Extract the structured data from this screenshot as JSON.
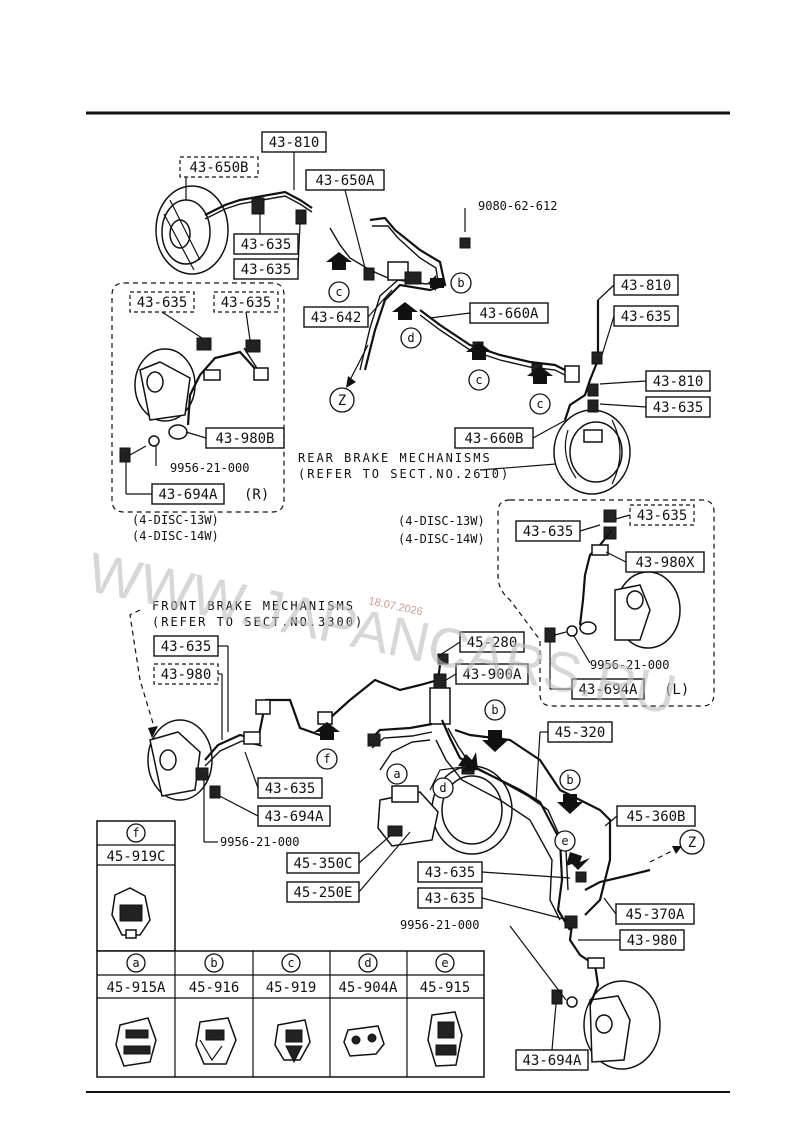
{
  "labels": {
    "l43_810_top": "43-810",
    "l43_650B": "43-650B",
    "l43_650A": "43-650A",
    "l43_635_a": "43-635",
    "l43_635_b": "43-635",
    "l9080": "9080-62-612",
    "l43_642": "43-642",
    "l43_660A": "43-660A",
    "l43_810_r1": "43-810",
    "l43_635_r1": "43-635",
    "l43_810_r2": "43-810",
    "l43_635_r2": "43-635",
    "l43_660B": "43-660B",
    "rl_43_635_a": "43-635",
    "rl_43_635_b": "43-635",
    "rl_43_980B": "43-980B",
    "rl_9956": "9956-21-000",
    "rl_43_694A": "43-694A",
    "rl_side": "(R)",
    "rl_disc13": "(4-DISC-13W)",
    "rl_disc14": "(4-DISC-14W)",
    "rear_mech_1": "REAR BRAKE MECHANISMS",
    "rear_mech_2": "(REFER TO SECT.NO.2610)",
    "ll_disc13": "(4-DISC-13W)",
    "ll_disc14": "(4-DISC-14W)",
    "ll_43_635_a": "43-635",
    "ll_43_635_b": "43-635",
    "ll_43_980X": "43-980X",
    "ll_9956": "9956-21-000",
    "ll_43_694A": "43-694A",
    "ll_side": "(L)",
    "front_mech_1": "FRONT BRAKE MECHANISMS",
    "front_mech_2": "(REFER TO SECT.NO.3300)",
    "f43_635_a": "43-635",
    "f43_980": "43-980",
    "f45_280": "45-280",
    "f43_900A": "43-900A",
    "f45_320": "45-320",
    "f43_635_b": "43-635",
    "f43_694A": "43-694A",
    "f9956": "9956-21-000",
    "f45_350C": "45-350C",
    "f45_250E": "45-250E",
    "f45_360B": "45-360B",
    "f43_635_c": "43-635",
    "f43_635_d": "43-635",
    "f45_370A": "45-370A",
    "f9956_b": "9956-21-000",
    "f43_980_b": "43-980",
    "f43_694A_b": "43-694A",
    "zone_z": "Z"
  },
  "clips": [
    {
      "letter": "f",
      "part": "45-919C"
    },
    {
      "letter": "a",
      "part": "45-915A"
    },
    {
      "letter": "b",
      "part": "45-916"
    },
    {
      "letter": "c",
      "part": "45-919"
    },
    {
      "letter": "d",
      "part": "45-904A"
    },
    {
      "letter": "e",
      "part": "45-915"
    }
  ],
  "callouts": {
    "a": "a",
    "b": "b",
    "c": "c",
    "d": "d",
    "e": "e",
    "f": "f"
  },
  "watermark": {
    "text": "WWW.JAPANCARS.RU",
    "date": "18.07.2026"
  }
}
